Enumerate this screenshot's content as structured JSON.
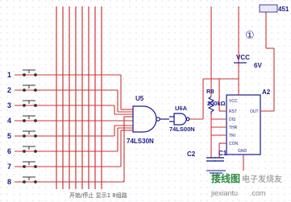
{
  "inputs": [
    "1",
    "2",
    "3",
    "4",
    "5",
    "6",
    "7",
    "8"
  ],
  "u5": {
    "ref": "U5",
    "part": "74LS30N"
  },
  "u6a": {
    "ref": "U6A",
    "part": "74LS00N"
  },
  "r8": {
    "ref": "R8",
    "value": "200kΩ"
  },
  "a2": {
    "ref": "A2",
    "pins": [
      "VCC",
      "RST",
      "OUT",
      "DIS",
      "THR",
      "TRI",
      "CON",
      "GND"
    ]
  },
  "vcc": {
    "label": "VCC",
    "value": "6V"
  },
  "c2": "C2",
  "c1": "C1",
  "probe_label": "451",
  "marker": "①",
  "bottom_text": "开始/停止   显示1 8组路",
  "watermark": {
    "cn": "电子发烧友",
    "site": "jiexiantu",
    "brand": "接线图",
    ".com": ".com"
  },
  "colors": {
    "wire": "#cc3333",
    "schematic": "#1a1a8c",
    "label": "#2a2aa0",
    "grid": "#c8c8e6"
  }
}
